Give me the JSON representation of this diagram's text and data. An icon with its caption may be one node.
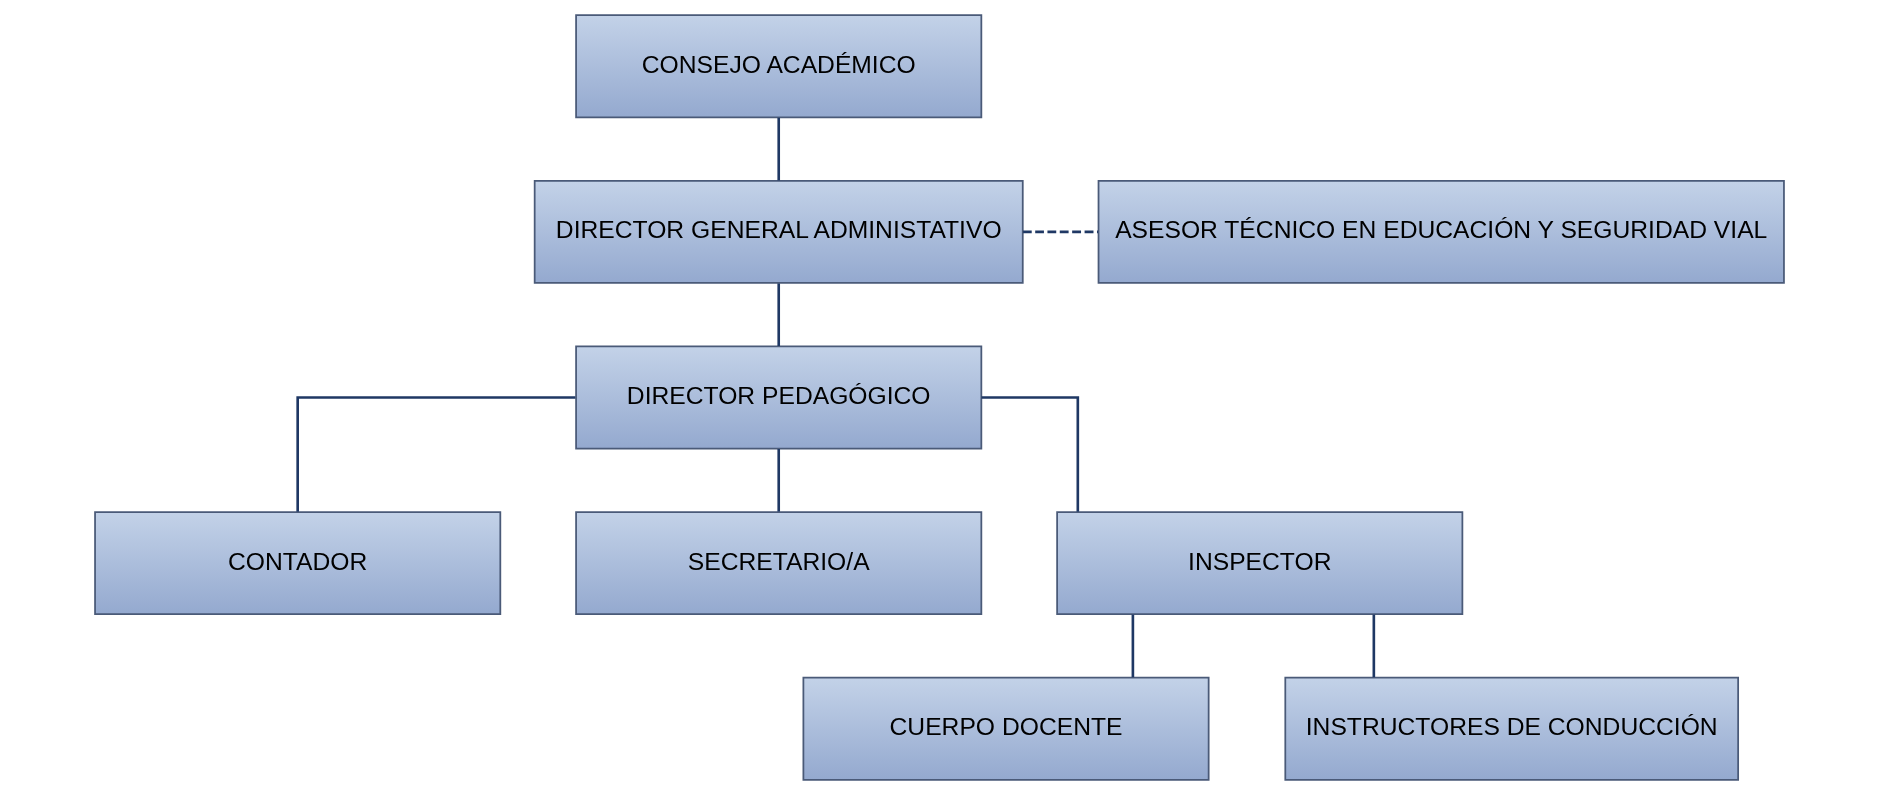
{
  "diagram": {
    "nodes": [
      {
        "text": [
          "CONSEJO ACADÉMICO"
        ]
      },
      {
        "text": [
          "DIRECTOR GENERAL ADMINISTATIVO"
        ]
      },
      {
        "text": [
          "ASESOR TÉCNICO EN EDUCACIÓN Y SEGURIDAD VIAL"
        ]
      },
      {
        "text": [
          "DIRECTOR PEDAGÓGICO"
        ]
      },
      {
        "text": [
          "CONTADOR"
        ]
      },
      {
        "text": [
          "SECRETARIO/A"
        ]
      },
      {
        "text": [
          "INSPECTOR"
        ]
      },
      {
        "text": [
          "CUERPO DOCENTE"
        ]
      },
      {
        "text": [
          "INSTRUCTORES DE CONDUCCIÓN"
        ]
      }
    ],
    "edges": [
      {
        "from": 0,
        "to": 1,
        "arrow": "none"
      },
      {
        "from": 1,
        "to": 3,
        "arrow": "none"
      },
      {
        "from": 1,
        "to": 2,
        "arrow": "none",
        "style": "dashed"
      },
      {
        "from": 3,
        "to": 4,
        "arrow": "none"
      },
      {
        "from": 3,
        "to": 5,
        "arrow": "none"
      },
      {
        "from": 3,
        "to": 6,
        "arrow": "none"
      },
      {
        "from": 6,
        "to": 7,
        "arrow": "none"
      },
      {
        "from": 6,
        "to": 8,
        "arrow": "none"
      }
    ]
  }
}
